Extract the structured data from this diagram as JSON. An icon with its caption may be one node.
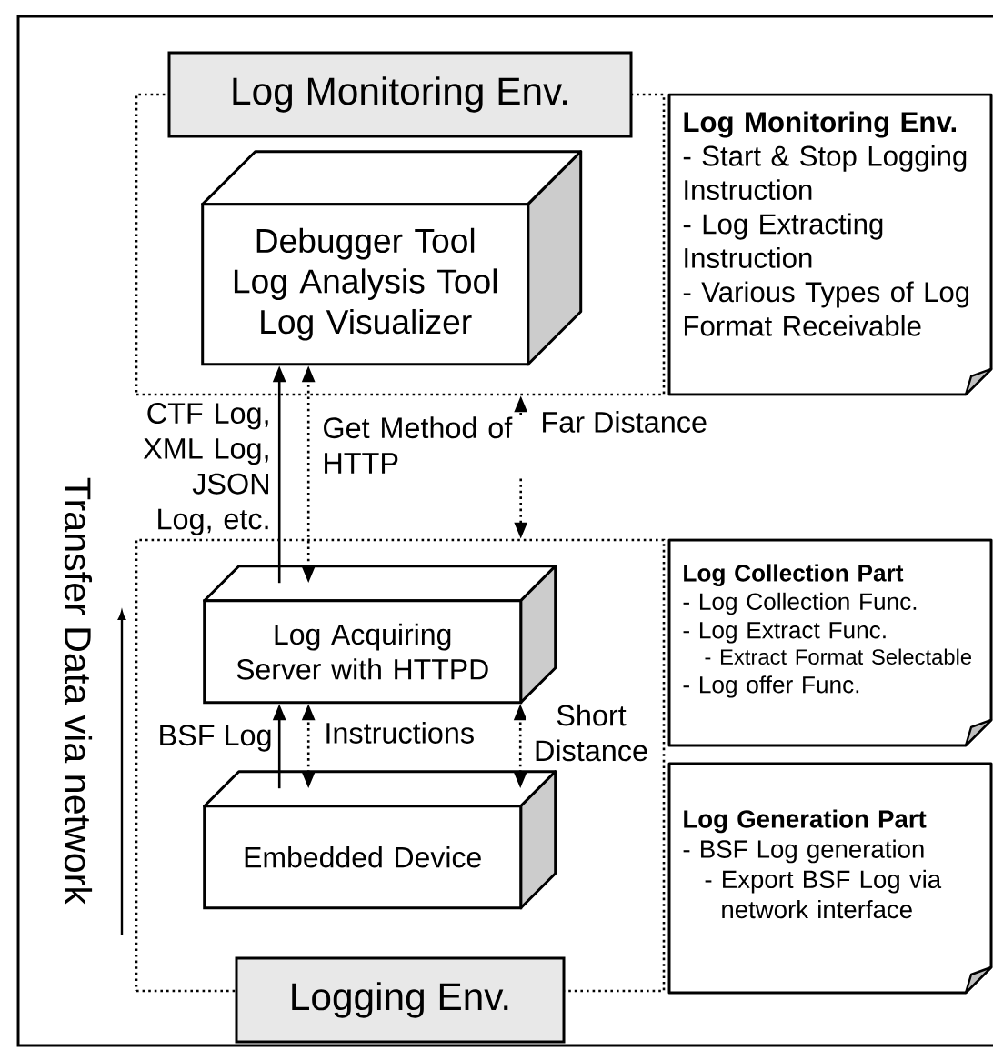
{
  "diagram": {
    "nodes": [
      {
        "text": [],
        "shape": "box"
      },
      {
        "text": [
          "Log Monitoring Env."
        ]
      },
      {
        "text": [
          "Debugger Tool",
          "Log Analysis Tool",
          "Log Visualizer"
        ],
        "in": 0
      },
      {
        "text": [],
        "shape": "box"
      },
      {
        "text": [
          "Log Acquiring Server with HTTPD"
        ],
        "in": 3
      },
      {
        "text": [
          "Embedded Device"
        ],
        "in": 3
      },
      {
        "text": [
          "Logging Env."
        ]
      },
      {
        "text": [
          "Log Monitoring Env.",
          "- Start & Stop Logging Instruction",
          "- Log Extracting Instruction",
          "- Various Types of Log Format Receivable"
        ]
      },
      {
        "text": [
          "Log Collection Part",
          "- Log Collection Func.",
          "- Log Extract Func.",
          "- Extract Format Selectable",
          "- Log offer Func."
        ]
      },
      {
        "text": [
          "Log Generation Part",
          "- BSF Log generation",
          "- Export BSF Log via network interface"
        ]
      }
    ],
    "edges": [
      {
        "from": 4,
        "to": 2,
        "arrow": "to",
        "label": "CTF Log, XML Log, JSON Log, etc."
      },
      {
        "from": 4,
        "to": 2,
        "arrow": "both",
        "style": "dashed",
        "label": "Get Method of HTTP"
      },
      {
        "from": 3,
        "to": 0,
        "arrow": "both",
        "style": "dashed",
        "label": "Far Distance"
      },
      {
        "from": 5,
        "to": 4,
        "arrow": "to",
        "label": "BSF Log"
      },
      {
        "from": 5,
        "to": 4,
        "arrow": "both",
        "style": "dashed",
        "label": "Instructions"
      },
      {
        "from": 5,
        "to": 4,
        "arrow": "both",
        "style": "dashed",
        "label": "Short Distance"
      }
    ],
    "labels": [
      "Transfer Data via network"
    ]
  }
}
